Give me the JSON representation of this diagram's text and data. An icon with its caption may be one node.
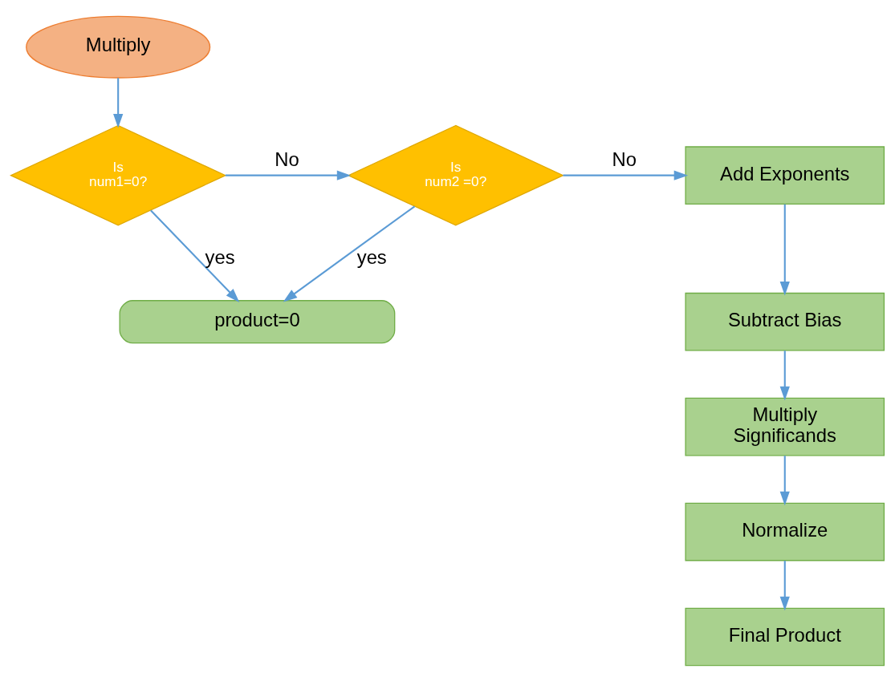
{
  "diagram": {
    "nodes": [
      {
        "text": [
          "Multiply"
        ]
      },
      {
        "text": [
          "Is num1=0?"
        ]
      },
      {
        "text": [
          "Is num2 =0?"
        ]
      },
      {
        "text": [
          "product=0"
        ]
      },
      {
        "text": [
          "Add Exponents"
        ]
      },
      {
        "text": [
          "Subtract Bias"
        ]
      },
      {
        "text": [
          "Multiply Significands"
        ]
      },
      {
        "text": [
          "Normalize"
        ]
      },
      {
        "text": [
          "Final Product"
        ]
      }
    ],
    "edges": [
      {
        "from": 0,
        "to": 1,
        "arrow": "to"
      },
      {
        "from": 1,
        "to": 2,
        "arrow": "to",
        "label": "No"
      },
      {
        "from": 2,
        "to": 4,
        "arrow": "to",
        "label": "No"
      },
      {
        "from": 1,
        "to": 3,
        "arrow": "to",
        "label": "yes"
      },
      {
        "from": 2,
        "to": 3,
        "arrow": "to",
        "label": "yes"
      },
      {
        "from": 4,
        "to": 5,
        "arrow": "to"
      },
      {
        "from": 5,
        "to": 6,
        "arrow": "to"
      },
      {
        "from": 6,
        "to": 7,
        "arrow": "to"
      },
      {
        "from": 7,
        "to": 8,
        "arrow": "to"
      }
    ]
  }
}
